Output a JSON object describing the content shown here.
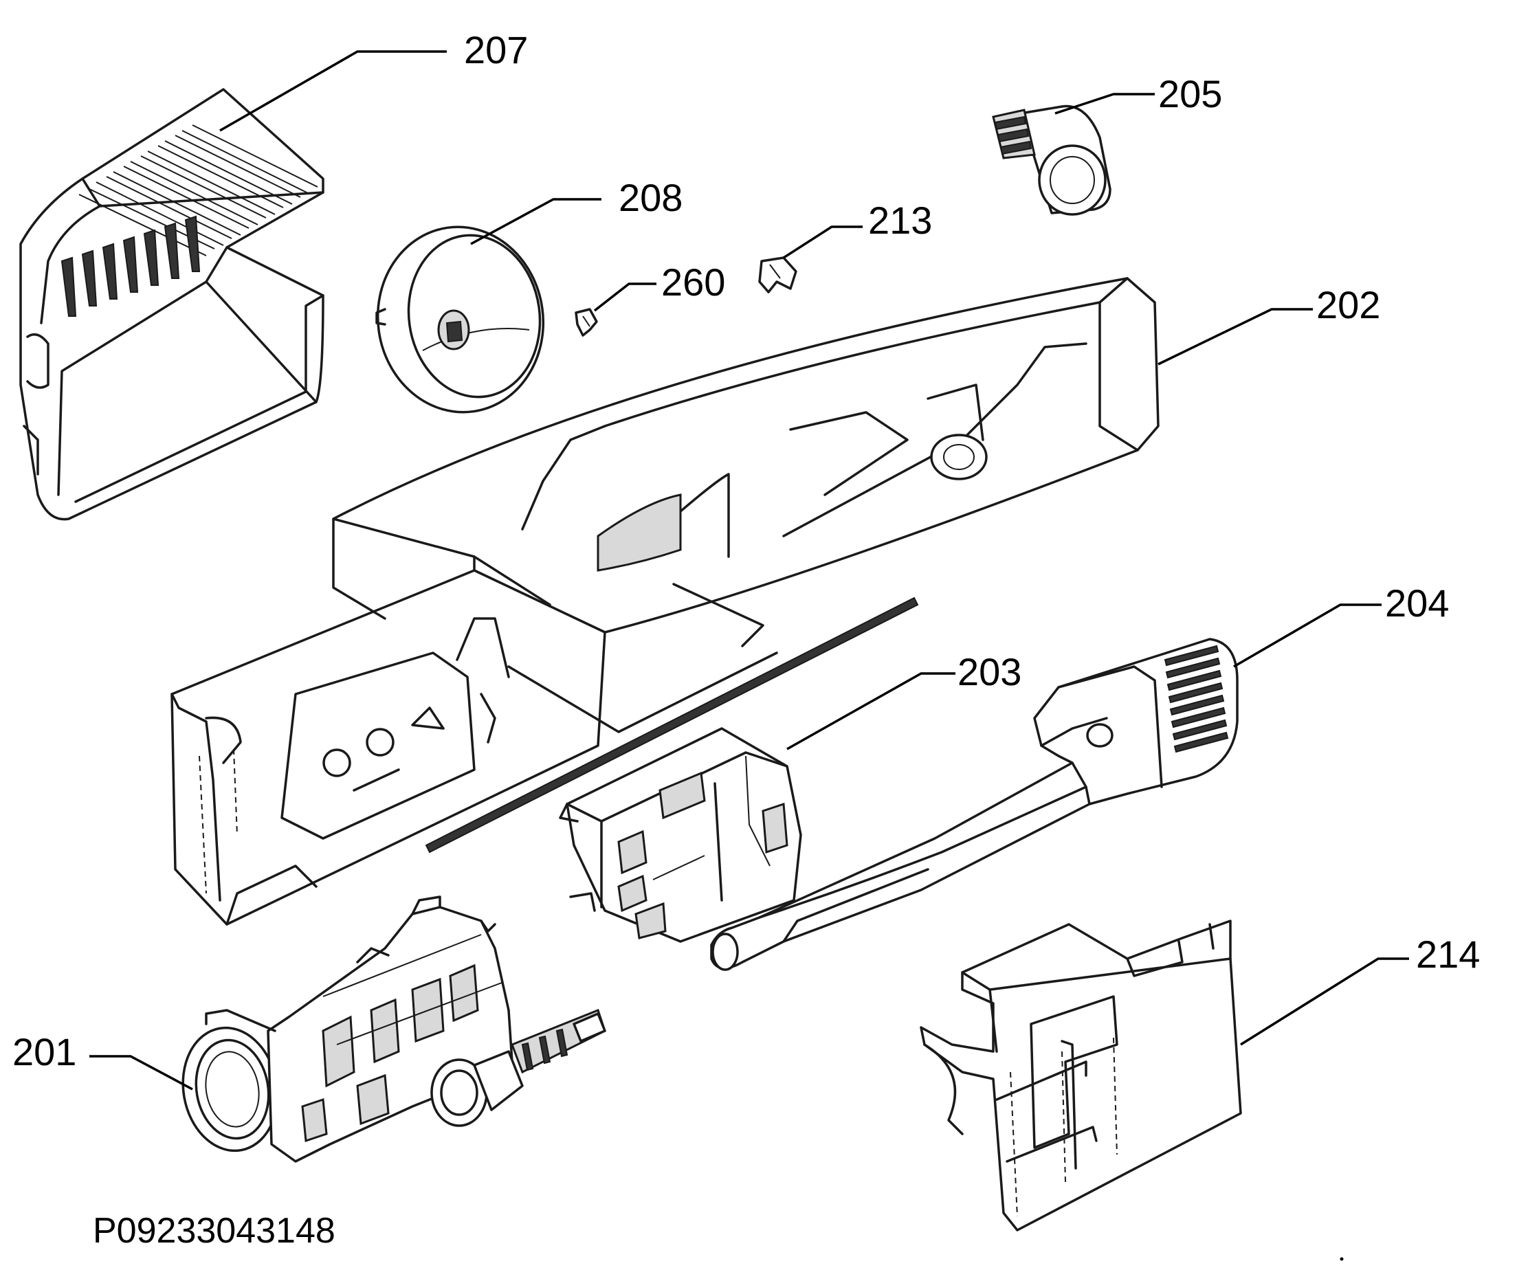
{
  "callouts": [
    {
      "id": "207",
      "label": "207"
    },
    {
      "id": "205",
      "label": "205"
    },
    {
      "id": "208",
      "label": "208"
    },
    {
      "id": "213",
      "label": "213"
    },
    {
      "id": "260",
      "label": "260"
    },
    {
      "id": "202",
      "label": "202"
    },
    {
      "id": "204",
      "label": "204"
    },
    {
      "id": "203",
      "label": "203"
    },
    {
      "id": "214",
      "label": "214"
    },
    {
      "id": "201",
      "label": "201"
    }
  ],
  "drawing_code": "P09233043148"
}
